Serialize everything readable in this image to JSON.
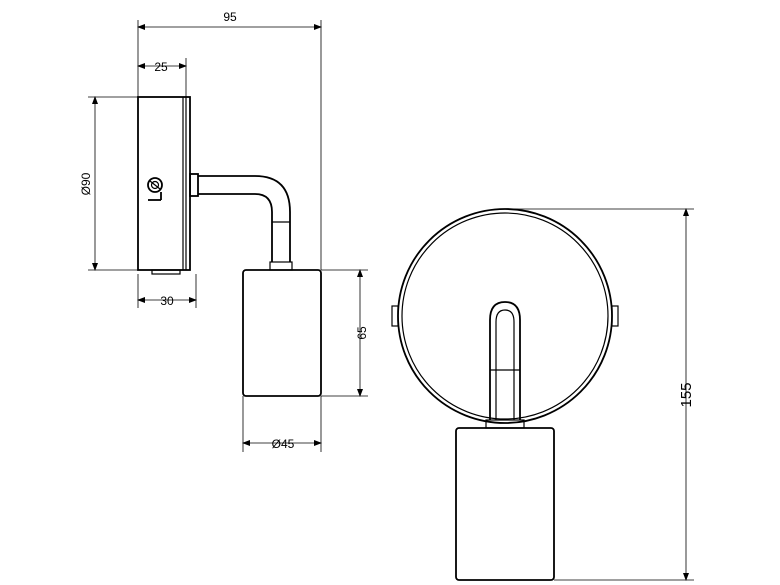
{
  "diagram": {
    "dimensions": {
      "total_width": "95",
      "plate_depth": "25",
      "plate_diameter": "Ø90",
      "plate_offset": "30",
      "shade_height": "65",
      "shade_diameter": "Ø45",
      "total_height": "155"
    }
  }
}
